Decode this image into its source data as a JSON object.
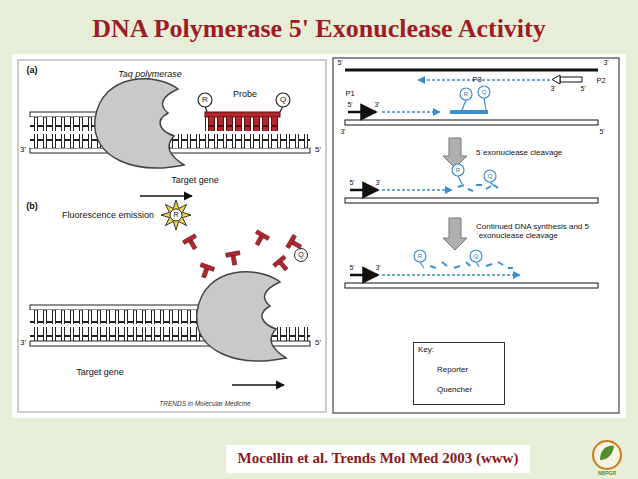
{
  "diagram": {
    "title": "DNA Polymerase 5' Exonuclease Activity",
    "caption": "Mocellin et al. Trends Mol Med 2003 (www)",
    "nodes": [
      {
        "text": [
          "Key:"
        ]
      }
    ],
    "labels": [
      "(a)",
      "Taq polymerase",
      "R",
      "Probe",
      "Q",
      "3'",
      "5'",
      "Target gene",
      "(b)",
      "Fluorescence emission",
      "R",
      "Q",
      "3'",
      "5'",
      "Target gene",
      "TRENDS in Molecular Medicine",
      "5'",
      "3'",
      "3'",
      "5'",
      "P2",
      "P1",
      "5'",
      "3'",
      "P3",
      "R",
      "Q",
      "3'",
      "5'",
      "5´exonuclease cleavage",
      "5'",
      "3'",
      "R",
      "Q",
      "Continued DNA synthesis and 5´exonuclease cleavage",
      "5'",
      "3'",
      "R",
      "Q",
      "R",
      "Q",
      "NBPGR"
    ],
    "legend": [
      {
        "text": "Reporter"
      },
      {
        "text": "Quencher"
      }
    ]
  }
}
